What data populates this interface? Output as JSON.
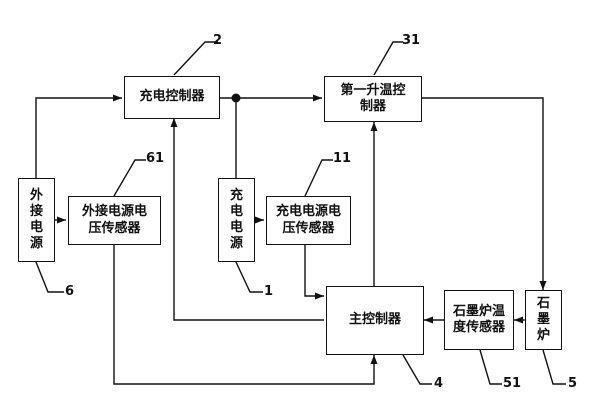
{
  "blocks": {
    "charge_controller": {
      "label": "充电控制器",
      "ref": "2"
    },
    "first_heating_controller": {
      "label": "第一升温控\n制器",
      "ref": "31"
    },
    "external_power": {
      "label": "外\n接\n电\n源",
      "ref": "6"
    },
    "external_voltage_sensor": {
      "label": "外接电源电\n压传感器",
      "ref": "61"
    },
    "charging_power": {
      "label": "充\n电\n电\n源",
      "ref": "1"
    },
    "charging_voltage_sensor": {
      "label": "充电电源电\n压传感器",
      "ref": "11"
    },
    "main_controller": {
      "label": "主控制器",
      "ref": "4"
    },
    "graphite_temp_sensor": {
      "label": "石墨炉温\n度传感器",
      "ref": "51"
    },
    "graphite_furnace": {
      "label": "石\n墨\n炉",
      "ref": "5"
    }
  }
}
